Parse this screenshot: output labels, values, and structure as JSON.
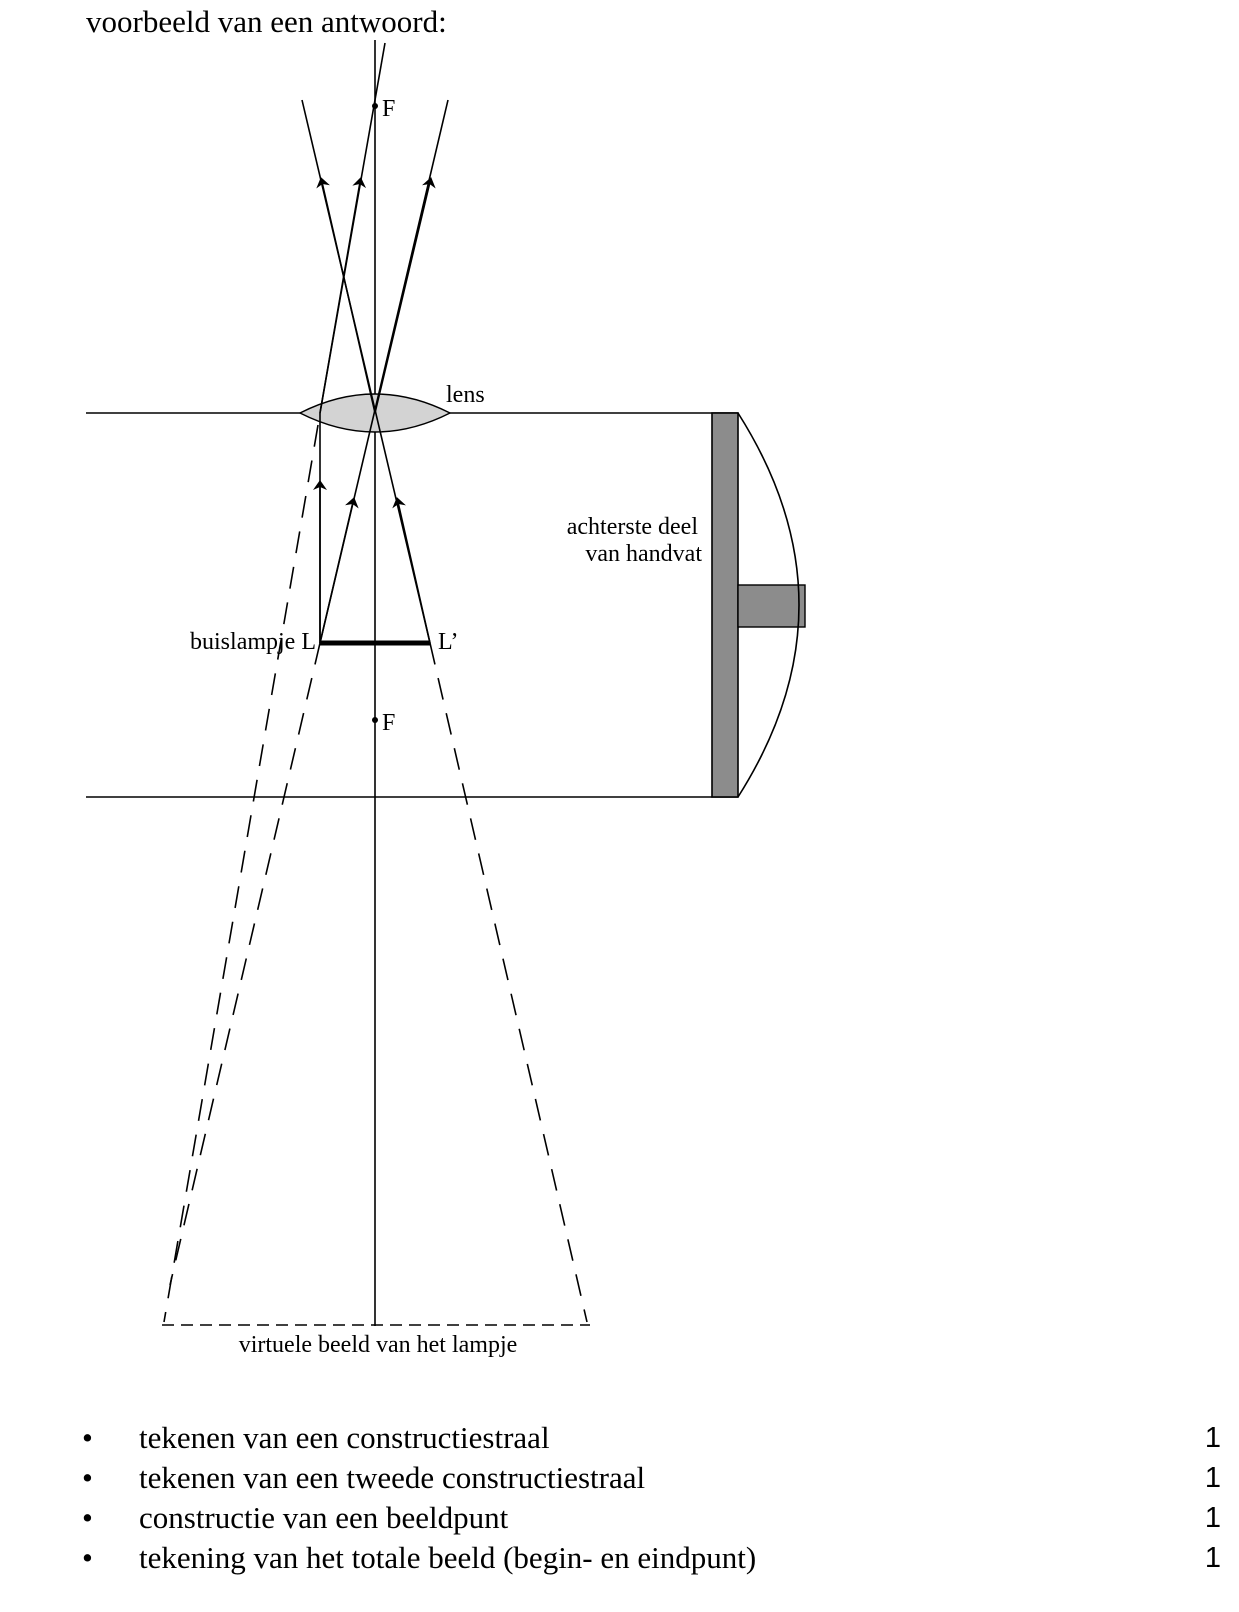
{
  "heading": "voorbeeld van een antwoord:",
  "diagram": {
    "focal_top": "F",
    "focal_bottom": "F",
    "lens": "lens",
    "handle_line1": "achterste deel",
    "handle_line2": "van handvat",
    "lamp": "buislampje L",
    "lamp_end": "L’",
    "image": "virtuele beeld van het lampje",
    "colors": {
      "lens_fill": "#d3d3d3",
      "handle_fill": "#8c8c8c",
      "line": "#000000"
    }
  },
  "criteria": [
    {
      "text": "tekenen van een constructiestraal",
      "score": "1"
    },
    {
      "text": "tekenen van een tweede constructiestraal",
      "score": "1"
    },
    {
      "text": "constructie van een beeldpunt",
      "score": "1"
    },
    {
      "text": "tekening van het totale beeld (begin- en eindpunt)",
      "score": "1"
    }
  ],
  "bullet": "•"
}
